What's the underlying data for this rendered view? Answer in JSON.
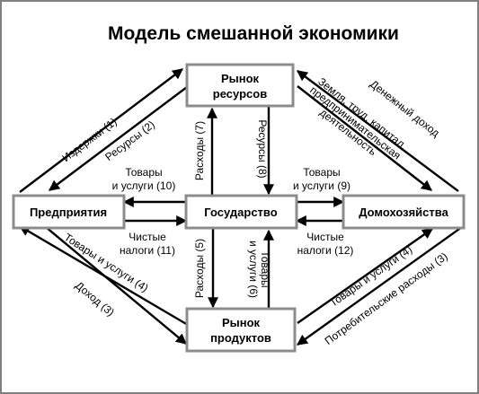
{
  "title": "Модель смешанной экономики",
  "nodes": {
    "resource_market": [
      "Рынок",
      "ресурсов"
    ],
    "firms": "Предприятия",
    "government": "Государство",
    "households": "Домохозяйства",
    "product_market": [
      "Рынок",
      "продуктов"
    ]
  },
  "flows": {
    "costs_1": "Издержки (1)",
    "resources_2": "Ресурсы (2)",
    "money_income": "Денежный доход",
    "land_labor": [
      "Земля, труд, капитал,",
      "предпринимательская",
      "деятельность"
    ],
    "expenses_7": "Расходы (7)",
    "resources_8": "Ресурсы (8)",
    "goods_services_10": [
      "Товары",
      "и услуги (10)"
    ],
    "goods_services_9": [
      "Товары",
      "и услуги (9)"
    ],
    "net_taxes_11": [
      "Чистые",
      "налоги (11)"
    ],
    "net_taxes_12": [
      "Чистые",
      "налоги (12)"
    ],
    "expenses_5": "Расходы (5)",
    "goods_services_6": [
      "Товары",
      "и услуги (6)"
    ],
    "goods_services_4_left": "Товары и услуги (4)",
    "income_3": "Доход (3)",
    "goods_services_4_right": "Товары и услуги (4)",
    "consumer_expenses_3": "Потребительские расходы (3)"
  }
}
